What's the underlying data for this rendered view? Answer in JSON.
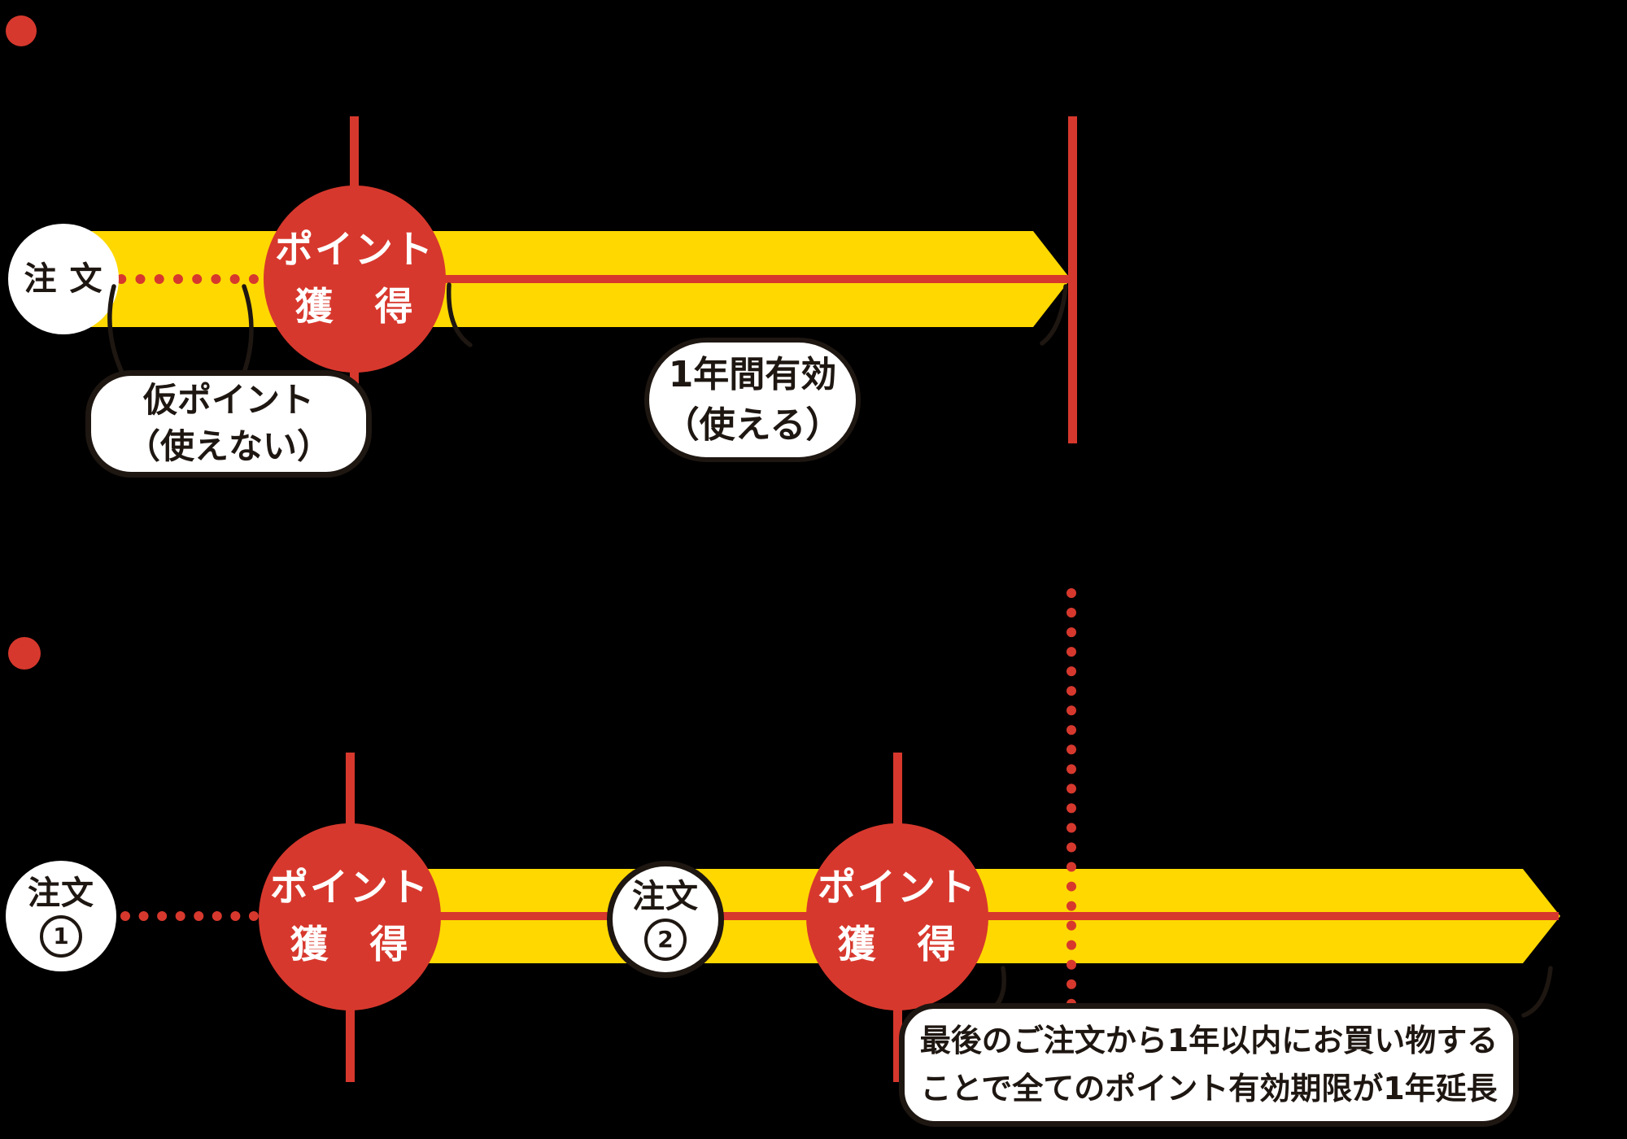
{
  "colors": {
    "background": "#000000",
    "red": "#D7382D",
    "yellow": "#FFD800",
    "dark_text": "#1E1611",
    "bubble_fill": "#FFFFFF"
  },
  "section1": {
    "order_circle_label": "注 文",
    "point_circle_line1": "ポイント",
    "point_circle_line2": "獲　得",
    "pending_bubble_line1": "仮ポイント",
    "pending_bubble_line2": "（使えない）",
    "valid_bubble_line1": "1年間有効",
    "valid_bubble_line2": "（使える）"
  },
  "section2": {
    "order1_label": "注文",
    "order1_number": "1",
    "point1_line1": "ポイント",
    "point1_line2": "獲　得",
    "order2_label": "注文",
    "order2_number": "2",
    "point2_line1": "ポイント",
    "point2_line2": "獲　得",
    "extend_bubble_line1": "最後のご注文から1年以内にお買い物する",
    "extend_bubble_line2": "ことで全てのポイント有効期限が1年延長"
  }
}
